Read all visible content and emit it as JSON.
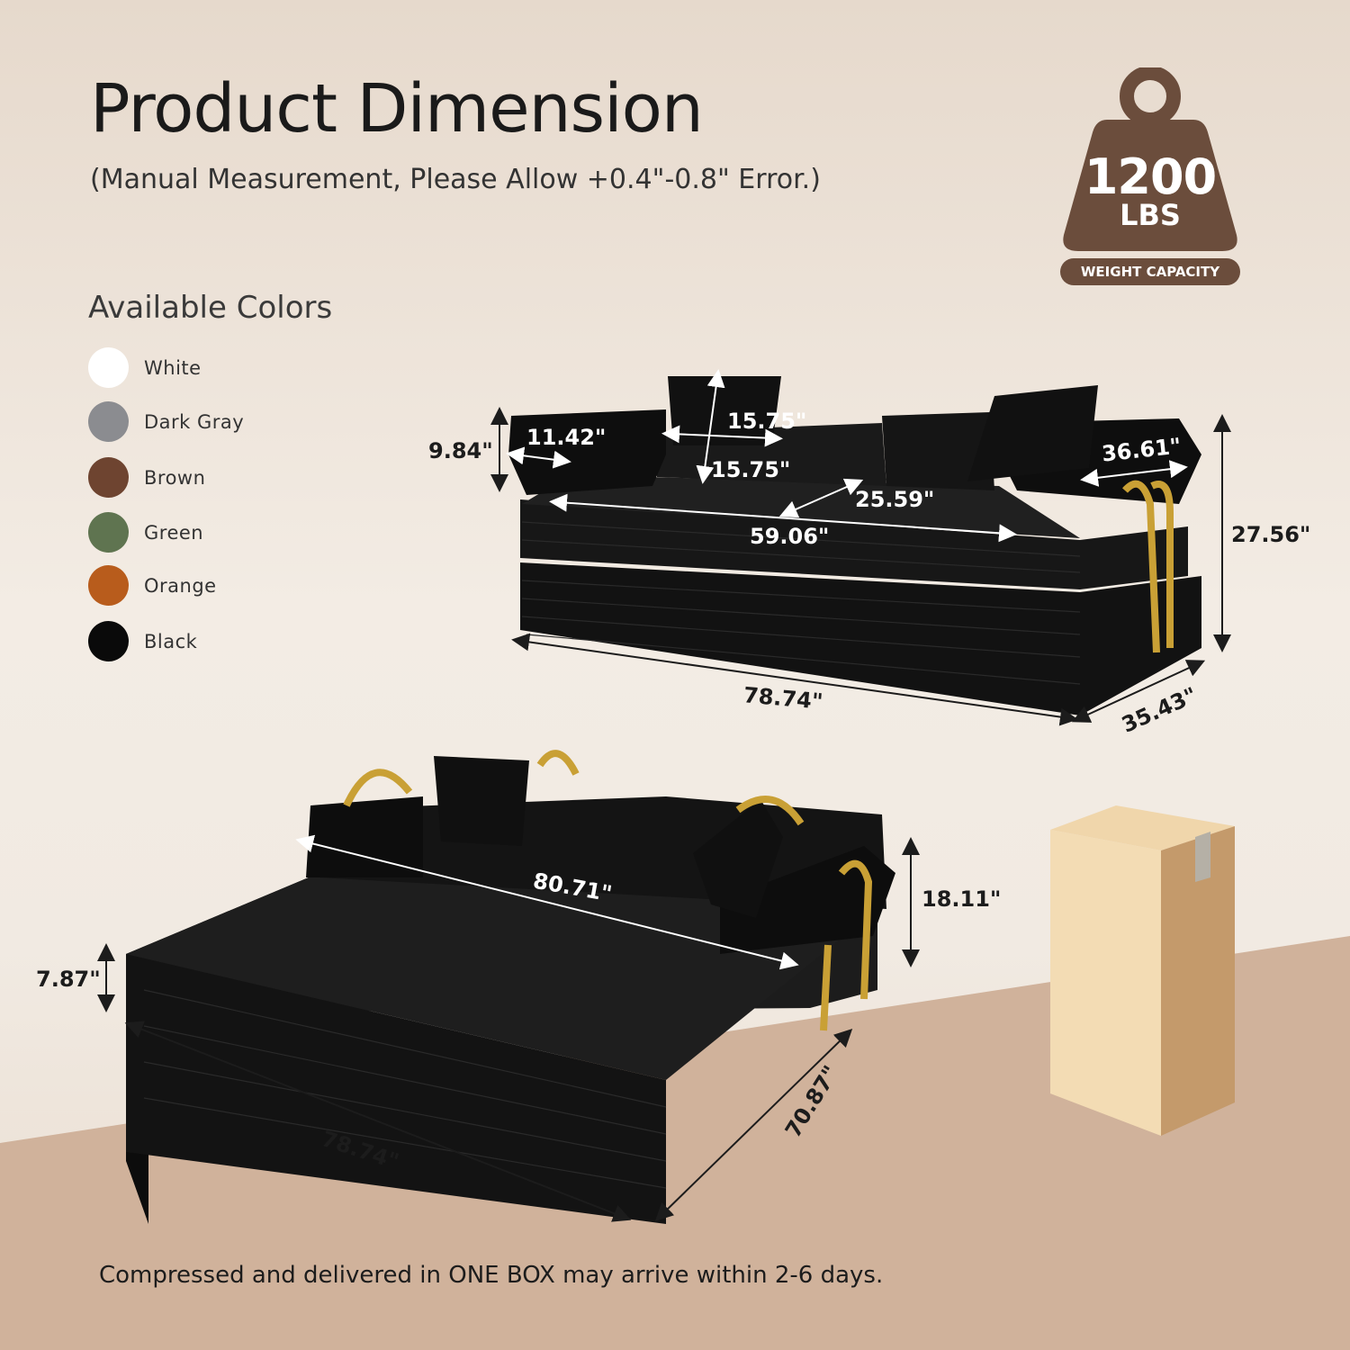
{
  "header": {
    "title": "Product Dimension",
    "subtitle": "(Manual Measurement, Please Allow +0.4\"-0.8\" Error.)"
  },
  "badge": {
    "weight": "1200",
    "unit": "LBS",
    "label": "WEIGHT CAPACITY",
    "color": "#6b4d3c"
  },
  "colors": {
    "title": "Available Colors",
    "items": [
      {
        "label": "White",
        "hex": "#ffffff"
      },
      {
        "label": "Dark Gray",
        "hex": "#8b8c90"
      },
      {
        "label": "Brown",
        "hex": "#6e4430"
      },
      {
        "label": "Green",
        "hex": "#5f7450"
      },
      {
        "label": "Orange",
        "hex": "#b85c1c"
      },
      {
        "label": "Black",
        "hex": "#0a0a0a"
      }
    ]
  },
  "sofa_dims": {
    "arm_height": "9.84\"",
    "arm_depth": "11.42\"",
    "pillow_width": "15.75\"",
    "pillow_height": "15.75\"",
    "seat_depth": "25.59\"",
    "arm_length": "36.61\"",
    "seat_width": "59.06\"",
    "total_height": "27.56\"",
    "total_width": "78.74\"",
    "total_depth": "35.43\""
  },
  "bed_dims": {
    "back_width": "80.71\"",
    "back_height": "18.11\"",
    "mattress_height": "7.87\"",
    "bed_length": "78.74\"",
    "bed_width": "70.87\""
  },
  "footer": {
    "note": "Compressed and delivered in ONE BOX may arrive within 2-6 days."
  }
}
